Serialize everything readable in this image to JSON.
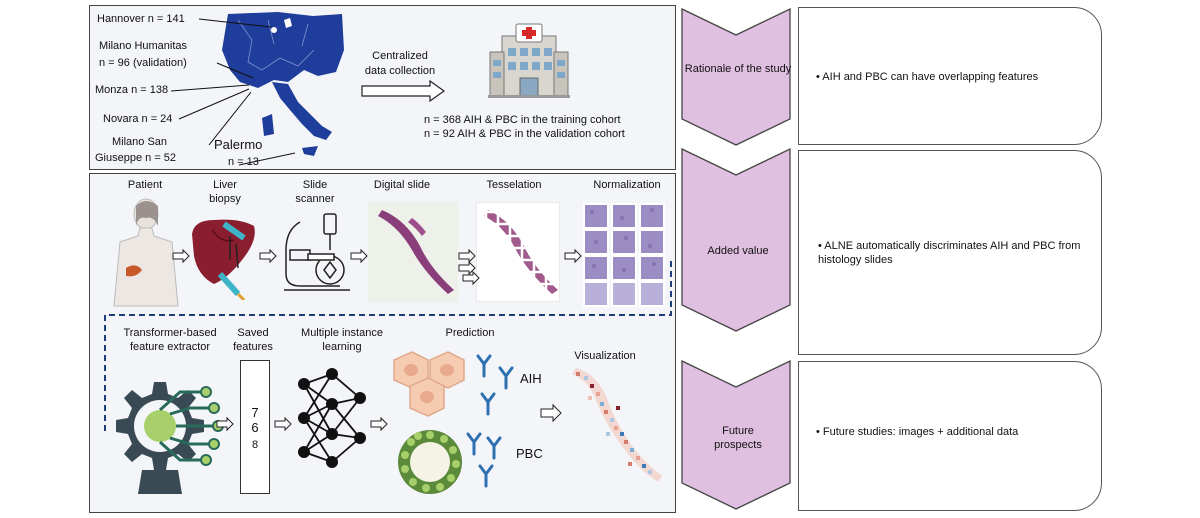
{
  "colors": {
    "accent_purple": "#c890c8",
    "map_blue": "#1f3d9a",
    "dash_blue": "#1f3d7a",
    "text": "#111111"
  },
  "top": {
    "sites": [
      {
        "label": "Hannover n = 141"
      },
      {
        "label": "Milano Humanitas"
      },
      {
        "label": "n = 96 (validation)"
      },
      {
        "label": "Monza n = 138"
      },
      {
        "label": "Novara n = 24"
      },
      {
        "label": "Milano San"
      },
      {
        "label": "Giuseppe n = 52"
      },
      {
        "label": "Palermo"
      },
      {
        "label": "n = 13"
      }
    ],
    "collection_line1": "Centralized",
    "collection_line2": "data collection",
    "cohort_training": "n = 368 AIH & PBC in the training cohort",
    "cohort_validation": "n = 92 AIH & PBC in the validation cohort"
  },
  "pipeline": {
    "patient": "Patient",
    "liver1": "Liver",
    "liver2": "biopsy",
    "slide1": "Slide",
    "slide2": "scanner",
    "digital": "Digital slide",
    "tesselation": "Tesselation",
    "normalization": "Normalization",
    "transformer1": "Transformer-based",
    "transformer2": "feature extractor",
    "saved1": "Saved",
    "saved2": "features",
    "mil1": "Multiple instance",
    "mil2": "learning",
    "prediction": "Prediction",
    "visualization": "Visualization",
    "feat_7": "7",
    "feat_6": "6",
    "feat_8": "8",
    "aih": "AIH",
    "pbc": "PBC"
  },
  "stages": [
    {
      "chevron": "Rationale of the study",
      "bullet": "• AIH and PBC can have overlapping features"
    },
    {
      "chevron": "Added value",
      "bullet": "• ALNE automatically discriminates AIH and PBC from histology slides"
    },
    {
      "chevron": "Future prospects",
      "bullet": "• Future studies: images + additional data"
    }
  ]
}
